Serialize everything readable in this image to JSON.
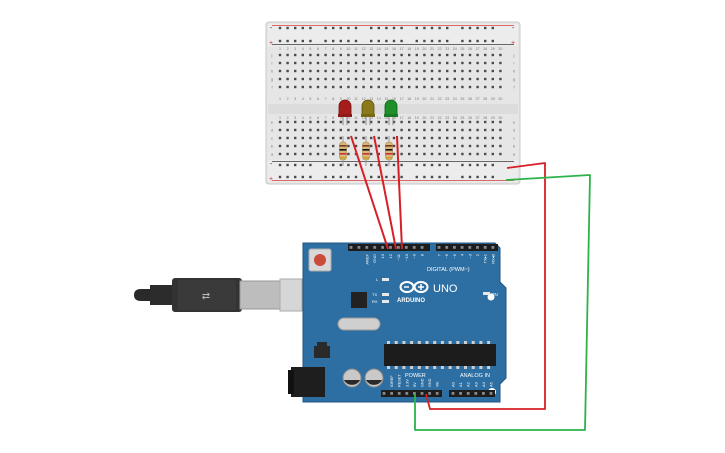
{
  "breadboard": {
    "col_numbers": [
      "1",
      "2",
      "3",
      "4",
      "5",
      "6",
      "7",
      "8",
      "9",
      "10",
      "11",
      "12",
      "13",
      "14",
      "15",
      "16",
      "17",
      "18",
      "19",
      "20",
      "21",
      "22",
      "23",
      "24",
      "25",
      "26",
      "27",
      "28",
      "29",
      "30"
    ],
    "row_letters_top": [
      "j",
      "i",
      "h",
      "g",
      "f"
    ],
    "row_letters_bottom": [
      "e",
      "d",
      "c",
      "b",
      "a"
    ],
    "rail_plus": "+",
    "rail_minus": "-"
  },
  "components": {
    "leds": [
      {
        "name": "red-led",
        "color": "#a51d1d"
      },
      {
        "name": "yellow-led",
        "color": "#8a7a1a"
      },
      {
        "name": "green-led",
        "color": "#1f8f2a"
      }
    ],
    "resistor_body_color": "#d9b77a",
    "wire_red": "#d61f26",
    "wire_green": "#2db34a",
    "board_color": "#2d6fa3"
  },
  "arduino": {
    "brand": "ARDUINO",
    "model": "UNO",
    "digital_label": "DIGITAL (PWM~)",
    "power_label": "POWER",
    "analog_label": "ANALOG IN",
    "on_label": "ON",
    "tx_label": "TX",
    "rx_label": "RX",
    "l_label": "L",
    "top_pins": [
      "AREF",
      "GND",
      "13",
      "12",
      "~11",
      "~10",
      "~9",
      "8",
      "7",
      "~6",
      "~5",
      "4",
      "~3",
      "2",
      "TX▸1",
      "RX◂0"
    ],
    "power_pins": [
      "IOREF",
      "RESET",
      "3.3V",
      "5V",
      "GND",
      "GND",
      "Vin"
    ],
    "analog_pins": [
      "A0",
      "A1",
      "A2",
      "A3",
      "A4",
      "A5"
    ]
  }
}
